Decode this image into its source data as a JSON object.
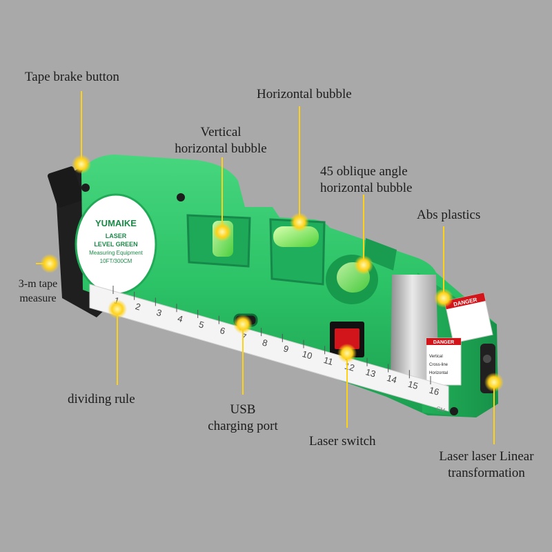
{
  "product": {
    "brand": "YUMAIKE",
    "badge_line1": "LASER",
    "badge_line2": "LEVEL GREEN",
    "badge_line3": "Measuring Equipment",
    "badge_line4": "10FT/300CM",
    "danger_label": "DANGER",
    "panel_title": "DANGER",
    "panel_row1": "Vertical",
    "panel_row2": "Cross-line",
    "panel_row3": "Horizontal"
  },
  "ruler": {
    "ticks": [
      "1",
      "2",
      "3",
      "4",
      "5",
      "6",
      "7",
      "8",
      "9",
      "10",
      "11",
      "12",
      "13",
      "14",
      "15",
      "16"
    ],
    "unit": "CM"
  },
  "callouts": {
    "tape_brake": "Tape brake button",
    "horizontal_bubble": "Horizontal bubble",
    "vertical_bubble_1": "Vertical",
    "vertical_bubble_2": "horizontal bubble",
    "oblique_1": "45 oblique angle",
    "oblique_2": "horizontal bubble",
    "abs": "Abs plastics",
    "tape_measure_1": "3-m tape",
    "tape_measure_2": "measure",
    "dividing_rule": "dividing rule",
    "usb_1": "USB",
    "usb_2": "charging port",
    "laser_switch": "Laser switch",
    "laser_linear_1": "Laser laser Linear",
    "laser_linear_2": "transformation"
  },
  "colors": {
    "background": "#a9a9aa",
    "body_green": "#2fc66a",
    "leader_yellow": "#ffd21a",
    "switch_red": "#d2151b"
  }
}
